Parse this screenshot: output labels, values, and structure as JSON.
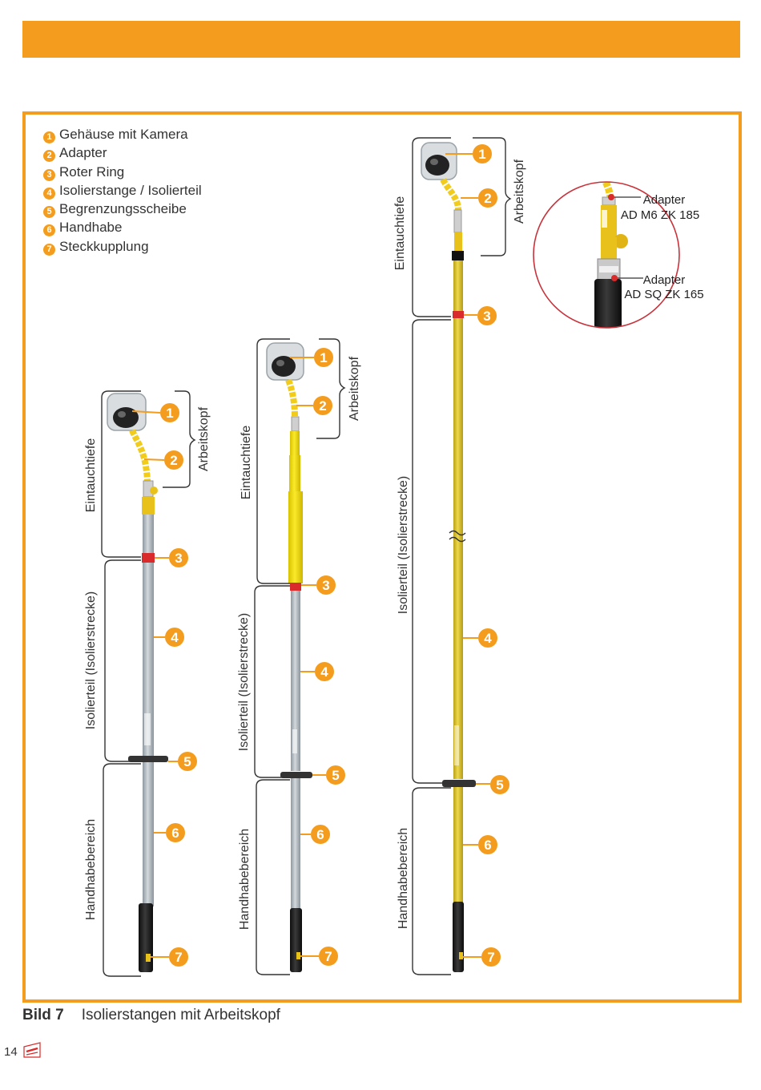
{
  "legend": [
    {
      "num": "1",
      "text": "Gehäuse mit Kamera"
    },
    {
      "num": "2",
      "text": "Adapter"
    },
    {
      "num": "3",
      "text": "Roter Ring"
    },
    {
      "num": "4",
      "text": "Isolierstange / Isolierteil"
    },
    {
      "num": "5",
      "text": "Begrenzungsscheibe"
    },
    {
      "num": "6",
      "text": "Handhabe"
    },
    {
      "num": "7",
      "text": "Steckkupplung"
    }
  ],
  "labels": {
    "immersion": "Eintauchtiefe",
    "insulation": "Isolierteil (Isolierstrecke)",
    "handle": "Handhabebereich",
    "workhead": "Arbeitskopf"
  },
  "badges": [
    "1",
    "2",
    "3",
    "4",
    "5",
    "6",
    "7"
  ],
  "inset": {
    "adapter1_line1": "Adapter",
    "adapter1_line2": "AD M6 ZK 185",
    "adapter2_line1": "Adapter",
    "adapter2_line2": "AD SQ ZK 165"
  },
  "caption": {
    "figure": "Bild 7",
    "text": "Isolierstangen mit Arbeitskopf"
  },
  "page_number": "14",
  "colors": {
    "accent": "#f39c1d",
    "ring_red": "#d92b2b",
    "pole_grey": "#b3bcc2",
    "pole_yellow": "#e6cc2e",
    "grip_black": "#1c1c1c"
  }
}
